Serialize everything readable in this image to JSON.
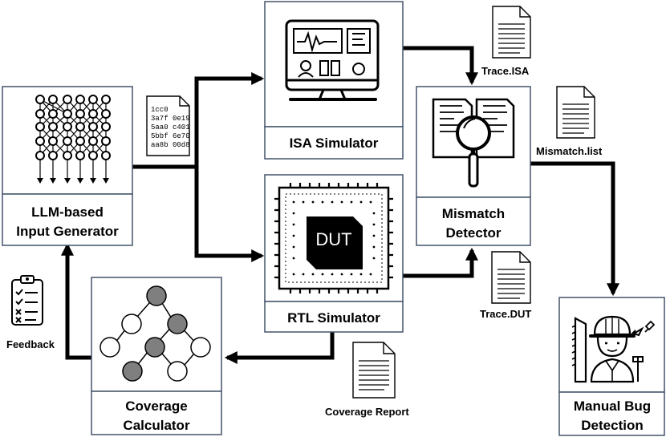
{
  "boxes": {
    "isa_simulator": {
      "label_lines": [
        "ISA Simulator"
      ]
    },
    "rtl_simulator": {
      "label_lines": [
        "RTL Simulator"
      ]
    },
    "llm_generator": {
      "label_lines": [
        "LLM-based",
        "Input Generator"
      ]
    },
    "mismatch_detector": {
      "label_lines": [
        "Mismatch",
        "Detector"
      ]
    },
    "coverage_calculator": {
      "label_lines": [
        "Coverage",
        "Calculator"
      ]
    },
    "manual_bug_detection": {
      "label_lines": [
        "Manual Bug",
        "Detection"
      ]
    }
  },
  "chip": {
    "label": "DUT"
  },
  "files": {
    "trace_isa": "Trace.ISA",
    "mismatch_list": "Mismatch.list",
    "trace_dut": "Trace.DUT",
    "coverage_report": "Coverage Report",
    "feedback": "Feedback"
  },
  "hex_lines": [
    "1cc0",
    "3a7f 0e19",
    "5aa0 c401",
    "5bbf 6e70",
    "aa8b 00d8"
  ],
  "colors": {
    "box_border": "#44546a",
    "arrow": "#000000",
    "node_fill": "#7f7f7f",
    "chip_fill": "#000000"
  },
  "icons": [
    "neural-network-icon",
    "monitor-icon",
    "magnifier-documents-icon",
    "chip-icon",
    "graph-tree-icon",
    "clipboard-checklist-icon",
    "engineer-icon",
    "document-icon"
  ]
}
